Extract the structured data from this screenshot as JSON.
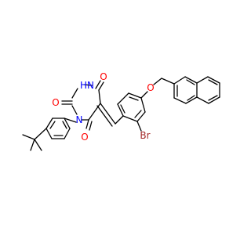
{
  "diagram": {
    "type": "chemical-structure",
    "colors": {
      "bond": "#000000",
      "oxygen": "#ff0000",
      "nitrogen": "#0000ff",
      "bromine": "#a52a2a",
      "background": "#ffffff"
    },
    "atom_labels": {
      "o_top": "O",
      "nh": "HN",
      "o_left": "O",
      "n_ring": "N",
      "o_bottom": "O",
      "o_ether": "O",
      "br": "Br"
    }
  }
}
